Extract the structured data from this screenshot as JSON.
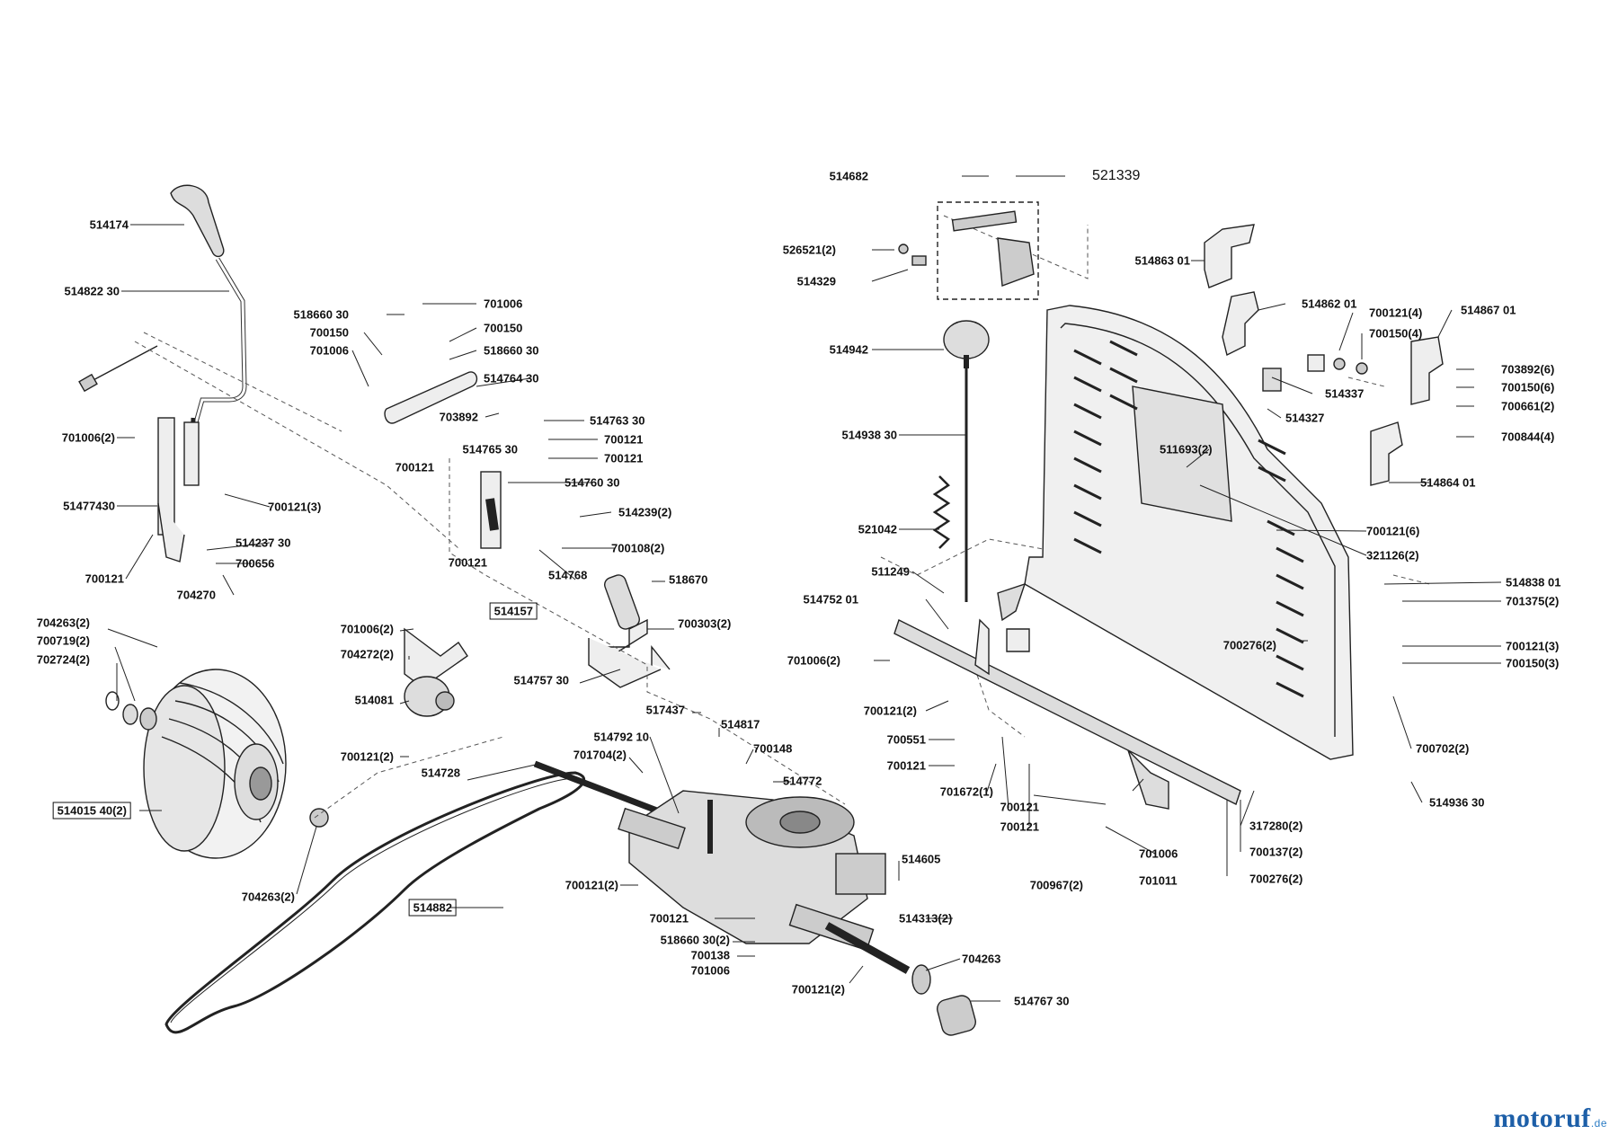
{
  "diagram": {
    "labels": [
      "514174",
      "514822 30",
      "701006(2)",
      "51477430",
      "700121",
      "704270",
      "700656",
      "514237 30",
      "700121(3)",
      "518660 30",
      "700150",
      "701006",
      "701006",
      "700150",
      "518660 30",
      "514764 30",
      "703892",
      "514765 30",
      "514763 30",
      "700121",
      "700121",
      "700121",
      "514760 30",
      "514239(2)",
      "700121",
      "700108(2)",
      "514768",
      "514157",
      "518670",
      "700303(2)",
      "514757 30",
      "701006(2)",
      "704272(2)",
      "514081",
      "700121(2)",
      "704263(2)",
      "700719(2)",
      "702724(2)",
      "514015 40(2)",
      "704263(2)",
      "514882",
      "514728",
      "514792 10",
      "701704(2)",
      "517437",
      "514817",
      "700148",
      "514772",
      "514605",
      "700121(2)",
      "700121",
      "518660 30(2)",
      "700138",
      "701006",
      "700121(2)",
      "514313(2)",
      "704263",
      "514767 30",
      "514682",
      "521339",
      "526521(2)",
      "514329",
      "514942",
      "514938 30",
      "521042",
      "511249",
      "514752 01",
      "701006(2)",
      "700121(2)",
      "700551",
      "700121",
      "701672(1)",
      "700121",
      "700121",
      "701006",
      "701011",
      "700967(2)",
      "514863 01",
      "514862 01",
      "700121(4)",
      "700150(4)",
      "514867 01",
      "514337",
      "514327",
      "703892(6)",
      "700150(6)",
      "700661(2)",
      "700844(4)",
      "514864 01",
      "511693(2)",
      "700121(6)",
      "321126(2)",
      "514838 01",
      "701375(2)",
      "700276(2)",
      "700121(3)",
      "700150(3)",
      "700702(2)",
      "514936 30",
      "317280(2)",
      "700137(2)",
      "700276(2)"
    ]
  },
  "logo": {
    "text": "motoruf",
    "suffix": ".de"
  }
}
